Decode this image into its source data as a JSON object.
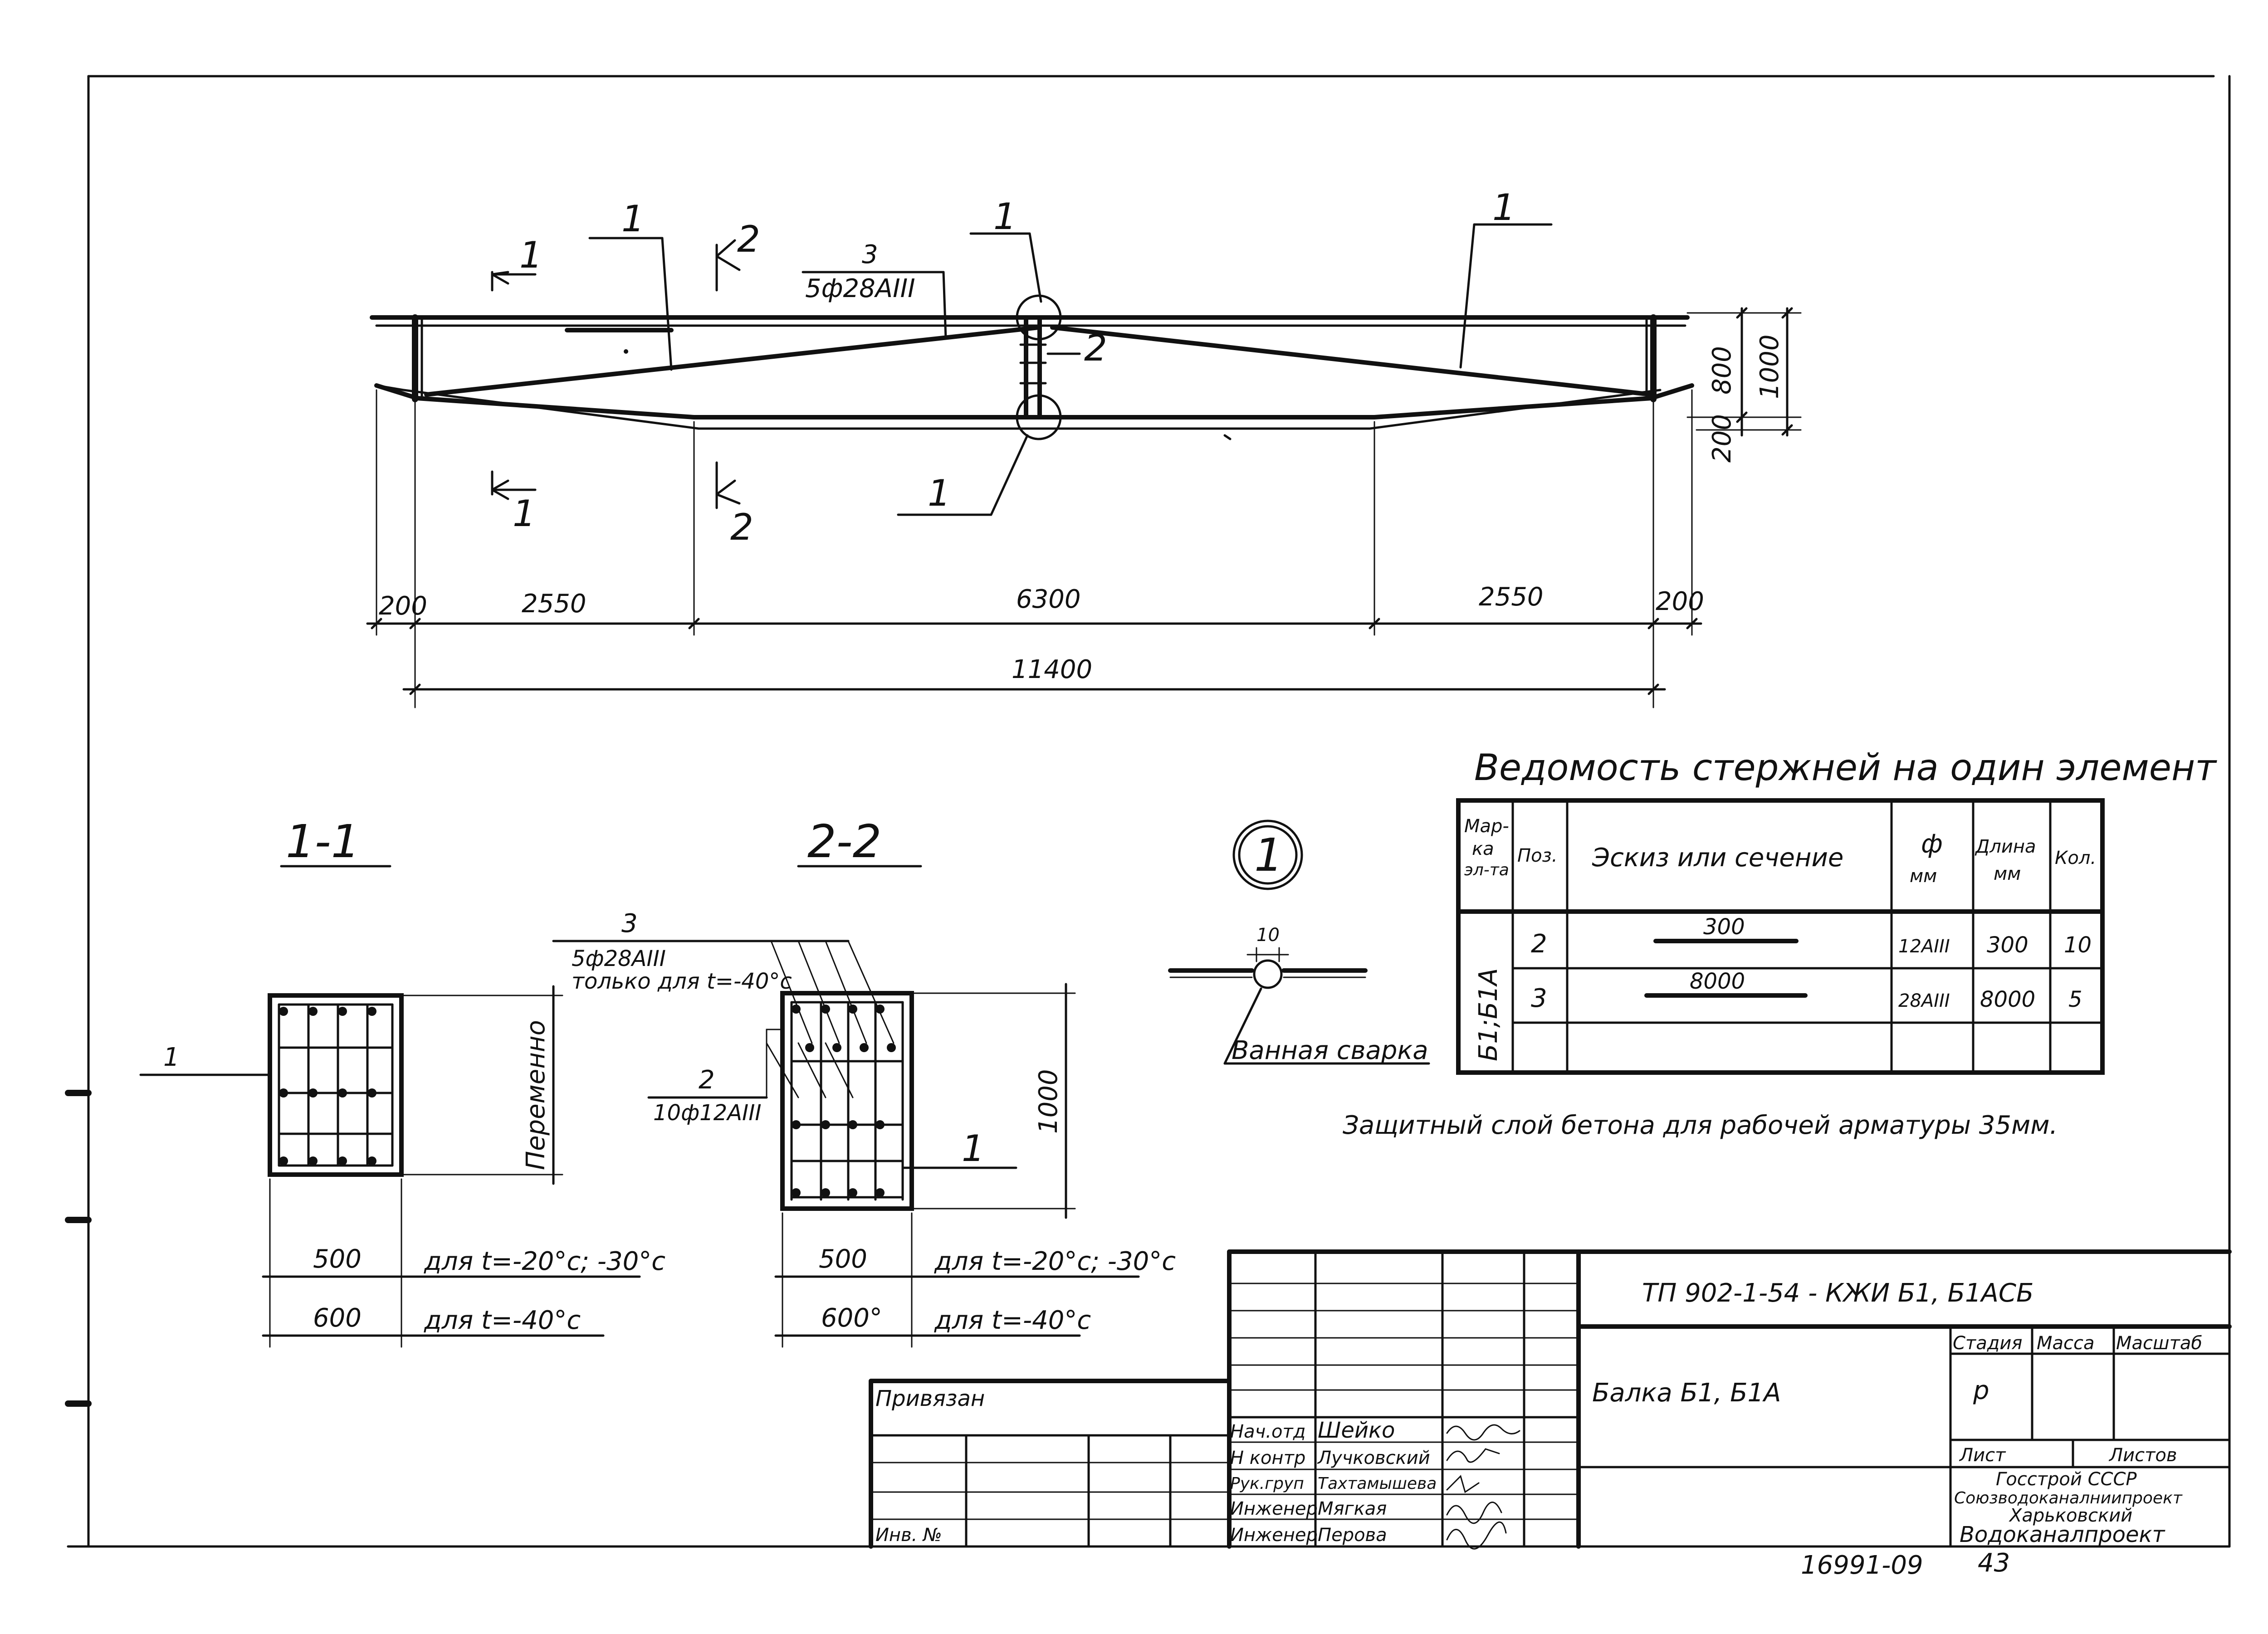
{
  "elevation": {
    "section_mark_1": "1",
    "section_mark_2": "2",
    "callout_pos_1": "1",
    "callout_pos_2": "2",
    "callout_pos_3": "3",
    "callout_pos_3_spec": "5ф28АIII",
    "height_800": "800",
    "height_200": "200",
    "height_1000": "1000",
    "dim_200_left": "200",
    "dim_2550_left": "2550",
    "dim_6300": "6300",
    "dim_2550_right": "2550",
    "dim_200_right": "200",
    "dim_total": "11400"
  },
  "sections": {
    "sec_1_1": {
      "title": "1-1",
      "bar_label": "1",
      "height_label": "Переменно",
      "width_500": "500",
      "note_500": "для t=-20°c; -30°c",
      "width_600": "600",
      "note_600": "для t=-40°c"
    },
    "sec_2_2": {
      "title": "2-2",
      "pos3": "3",
      "pos3_spec": "5ф28АIII",
      "pos3_note": "только для t=-40°c",
      "pos2": "2",
      "pos2_spec": "10ф12АIII",
      "pos1": "1",
      "height_label": "1000",
      "width_500": "500",
      "note_500": "для t=-20°c; -30°c",
      "width_600": "600°",
      "note_600": "для t=-40°c"
    }
  },
  "detail": {
    "label": "1",
    "dim": "10",
    "caption": "Ванная сварка"
  },
  "schedule": {
    "title": "Ведомость стержней на один элемент",
    "headers": {
      "mark": [
        "Мар-",
        "ка",
        "эл-та"
      ],
      "pos": "Поз.",
      "sketch": "Эскиз или сечение",
      "dia": [
        "ф",
        "мм"
      ],
      "length": [
        "Длина",
        "мм"
      ],
      "qty": "Кол."
    },
    "mark_value": "Б1;Б1А",
    "rows": [
      {
        "pos": "2",
        "sketch": "300",
        "dia": "12АIII",
        "length": "300",
        "qty": "10"
      },
      {
        "pos": "3",
        "sketch": "8000",
        "dia": "28АIII",
        "length": "8000",
        "qty": "5"
      }
    ],
    "note": "Защитный слой бетона для рабочей арматуры 35мм."
  },
  "title_block": {
    "doc_code": "ТП 902-1-54 - КЖИ Б1, Б1АСБ",
    "object_name": "Балка Б1, Б1А",
    "stage_label": "Стадия",
    "mass_label": "Масса",
    "scale_label": "Масштаб",
    "stage_value": "р",
    "sheet_label": "Лист",
    "sheets_label": "Листов",
    "org_lines": [
      "Госстрой СССР",
      "Союзводоканалниипроект",
      "Харьковский",
      "Водоканалпроект"
    ],
    "bound_label": "Привязан",
    "inv_label": "Инв. №",
    "staff": [
      {
        "role": "Нач.отд",
        "name": "Шейко"
      },
      {
        "role": "Н контр",
        "name": "Лучковский"
      },
      {
        "role": "Рук.груп",
        "name": "Тахтамышева"
      },
      {
        "role": "Инженер",
        "name": "Мягкая"
      },
      {
        "role": "Инженер",
        "name": "Перова"
      }
    ]
  },
  "footer": {
    "archive_no": "16991-09",
    "page_no": "43"
  }
}
